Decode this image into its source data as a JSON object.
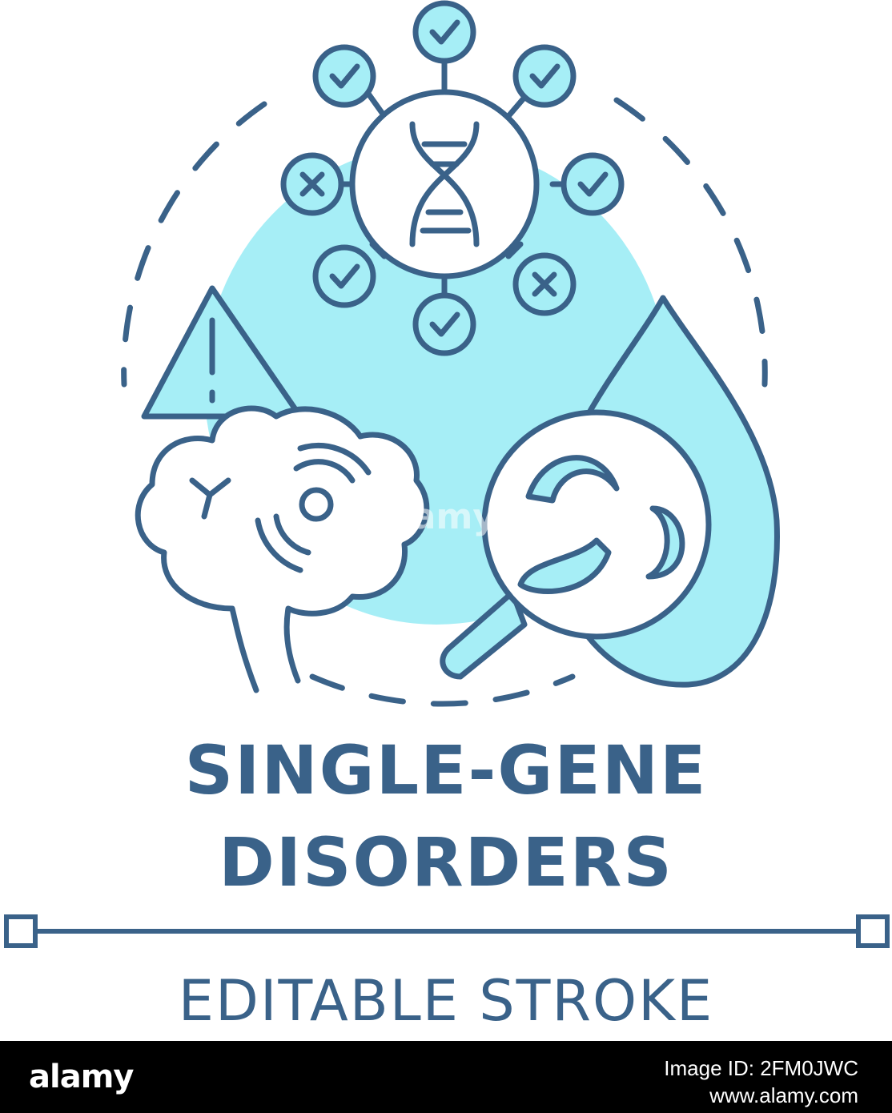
{
  "title_line1": "SINGLE-GENE",
  "title_line2": "DISORDERS",
  "subtitle": "EDITABLE STROKE",
  "watermark": "alamy",
  "footer": {
    "brand": "alamy",
    "image_id": "Image ID: 2FM0JWC",
    "site": "www.alamy.com"
  },
  "colors": {
    "stroke": "#3a6289",
    "fill": "#a6eef6",
    "background": "#ffffff",
    "footer_bg": "#000000"
  },
  "icons": {
    "gene_marks": [
      "check",
      "check",
      "check",
      "check",
      "x",
      "check",
      "x",
      "check"
    ]
  }
}
